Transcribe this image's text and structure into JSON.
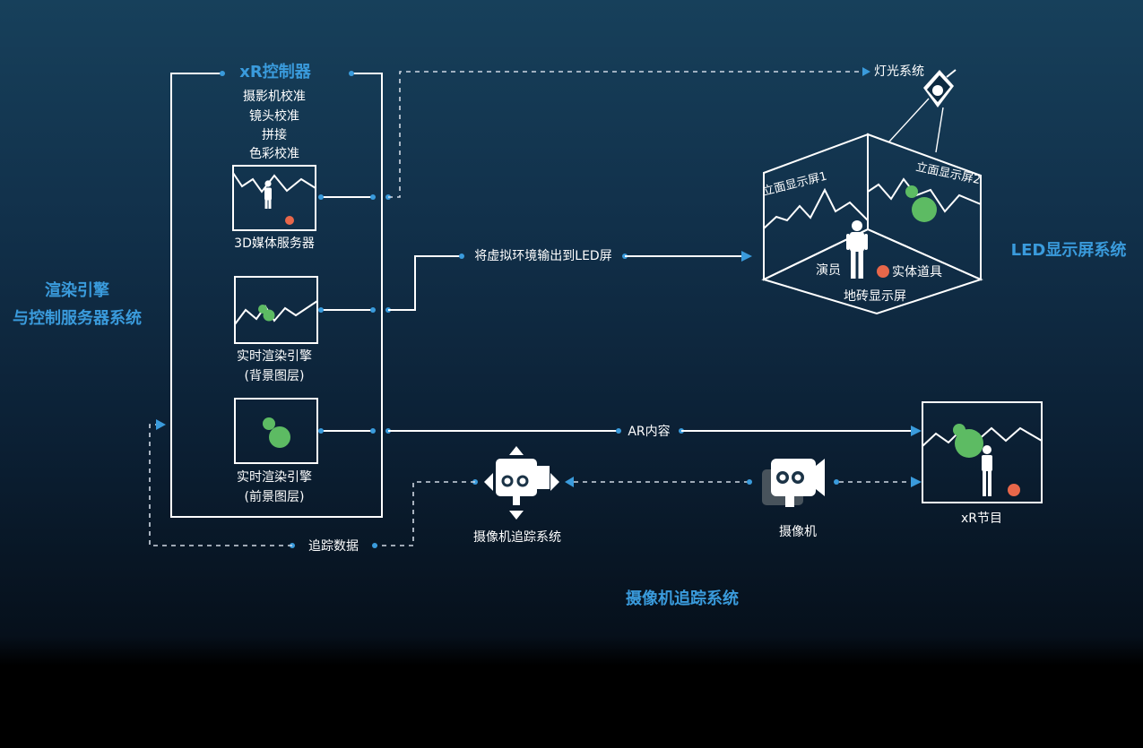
{
  "xr_controller": {
    "title": "xR控制器",
    "items": [
      "摄影机校准",
      "镜头校准",
      "拼接",
      "色彩校准"
    ]
  },
  "modules": {
    "media_server": "3D媒体服务器",
    "bg_engine_line1": "实时渲染引擎",
    "bg_engine_line2": "(背景图层)",
    "fg_engine_line1": "实时渲染引擎",
    "fg_engine_line2": "(前景图层)"
  },
  "sections": {
    "render_line1": "渲染引擎",
    "render_line2": "与控制服务器系统",
    "led": "LED显示屏系统",
    "tracking": "摄像机追踪系统"
  },
  "led_stage": {
    "light": "灯光系统",
    "wall1": "立面显示屏1",
    "wall2": "立面显示屏2",
    "actor": "演员",
    "prop": "实体道具",
    "floor": "地砖显示屏"
  },
  "flows": {
    "output_to_led": "将虚拟环境输出到LED屏",
    "ar_content": "AR内容",
    "tracking_data": "追踪数据"
  },
  "devices": {
    "tracker": "摄像机追踪系统",
    "camera": "摄像机",
    "program": "xR节目"
  },
  "colors": {
    "accent": "#3a9bdc",
    "green": "#5dbb63",
    "red": "#e8674a"
  }
}
